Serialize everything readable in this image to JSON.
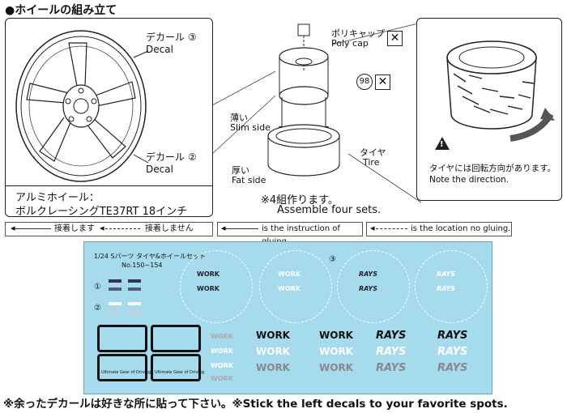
{
  "title": "●ホイールの組み立て",
  "left_panel": {
    "decal3_jp": "デカール ③",
    "decal3_en": "Decal",
    "decal2_jp": "デカール ②",
    "decal2_en": "Decal",
    "wheel_name_line1": "アルミホイール：",
    "wheel_name_line2": "ボルクレーシングTE37RT 18インチ"
  },
  "middle": {
    "polycap_jp": "ポリキャップ",
    "polycap_en": "Poly cap",
    "part_number": "98",
    "slim_jp": "薄い",
    "slim_en": "Slim side",
    "fat_jp": "厚い",
    "fat_en": "Fat side",
    "tire_jp": "タイヤ",
    "tire_en": "Tire",
    "sets_jp": "※4組作ります。",
    "sets_en": "Assemble four sets."
  },
  "right_panel": {
    "note_jp": "タイヤには回転方向があります。",
    "note_en": "Note the direction."
  },
  "legend": {
    "glue_jp": "接着します",
    "noglue_jp": "接着しません",
    "glue_en": "is the instruction of gluing.",
    "noglue_en": "is the location no gluing."
  },
  "decal_sheet": {
    "header": "1/24 Sパーツ タイヤ&ホイールセット",
    "number": "No.150~154",
    "mark1": "①",
    "mark2": "②",
    "mark3": "③",
    "brand_work": "WORK",
    "brand_rays": "RAYS",
    "plate_caption": "Ultimate Gear of Driving"
  },
  "footer": "※余ったデカールは好きな所に貼って下さい。※Stick the left decals to your favorite spots."
}
